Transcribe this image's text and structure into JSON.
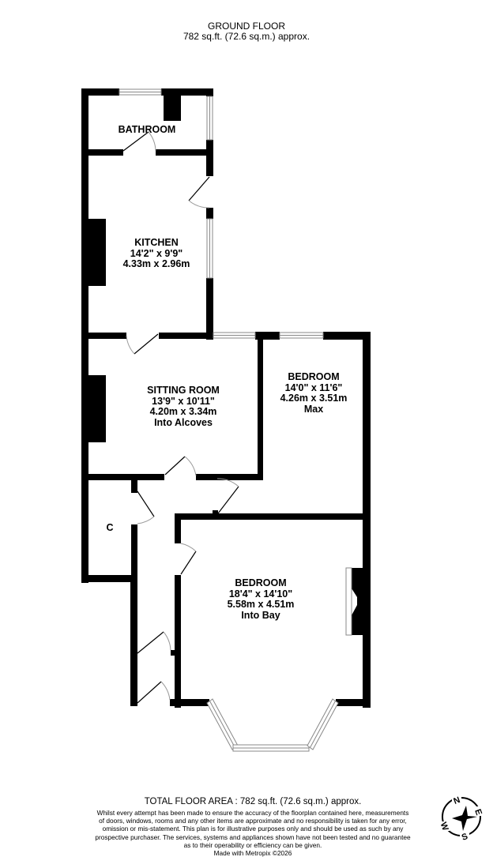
{
  "header": {
    "floor_name": "GROUND FLOOR",
    "floor_area": "782 sq.ft. (72.6 sq.m.) approx."
  },
  "rooms": [
    {
      "id": "bathroom",
      "name": "BATHROOM",
      "imperial": "",
      "metric": "",
      "note": ""
    },
    {
      "id": "kitchen",
      "name": "KITCHEN",
      "imperial": "14'2\"  x 9'9\"",
      "metric": "4.33m  x 2.96m",
      "note": ""
    },
    {
      "id": "sitting-room",
      "name": "SITTING ROOM",
      "imperial": "13'9\"  x 10'11\"",
      "metric": "4.20m  x 3.34m",
      "note": "Into Alcoves"
    },
    {
      "id": "bedroom-1",
      "name": "BEDROOM",
      "imperial": "14'0\"  x 11'6\"",
      "metric": "4.26m  x 3.51m",
      "note": "Max"
    },
    {
      "id": "bedroom-2",
      "name": "BEDROOM",
      "imperial": "18'4\"  x 14'10\"",
      "metric": "5.58m  x 4.51m",
      "note": "Into Bay"
    },
    {
      "id": "cupboard",
      "name": "C",
      "imperial": "",
      "metric": "",
      "note": ""
    }
  ],
  "footer": {
    "total_area": "TOTAL FLOOR AREA : 782 sq.ft. (72.6 sq.m.) approx.",
    "disclaimer_lines": [
      "Whilst every attempt has been made to ensure the accuracy of the floorplan contained here, measurements",
      "of doors, windows, rooms and any other items are approximate and no responsibility is taken for any error,",
      "omission or mis-statement. This plan is for illustrative purposes only and should be used as such by any",
      "prospective purchaser. The services, systems and appliances shown have not been tested and no guarantee",
      "as to their operability or efficiency can be given."
    ],
    "credit": "Made with Metropix ©2026"
  },
  "compass": {
    "icon": "compass-rose-icon",
    "n": "N",
    "e": "E",
    "s": "S",
    "w": "W"
  },
  "colors": {
    "wall": "#000000",
    "window": "#888888",
    "door_arc": "#999999",
    "background": "#ffffff"
  }
}
